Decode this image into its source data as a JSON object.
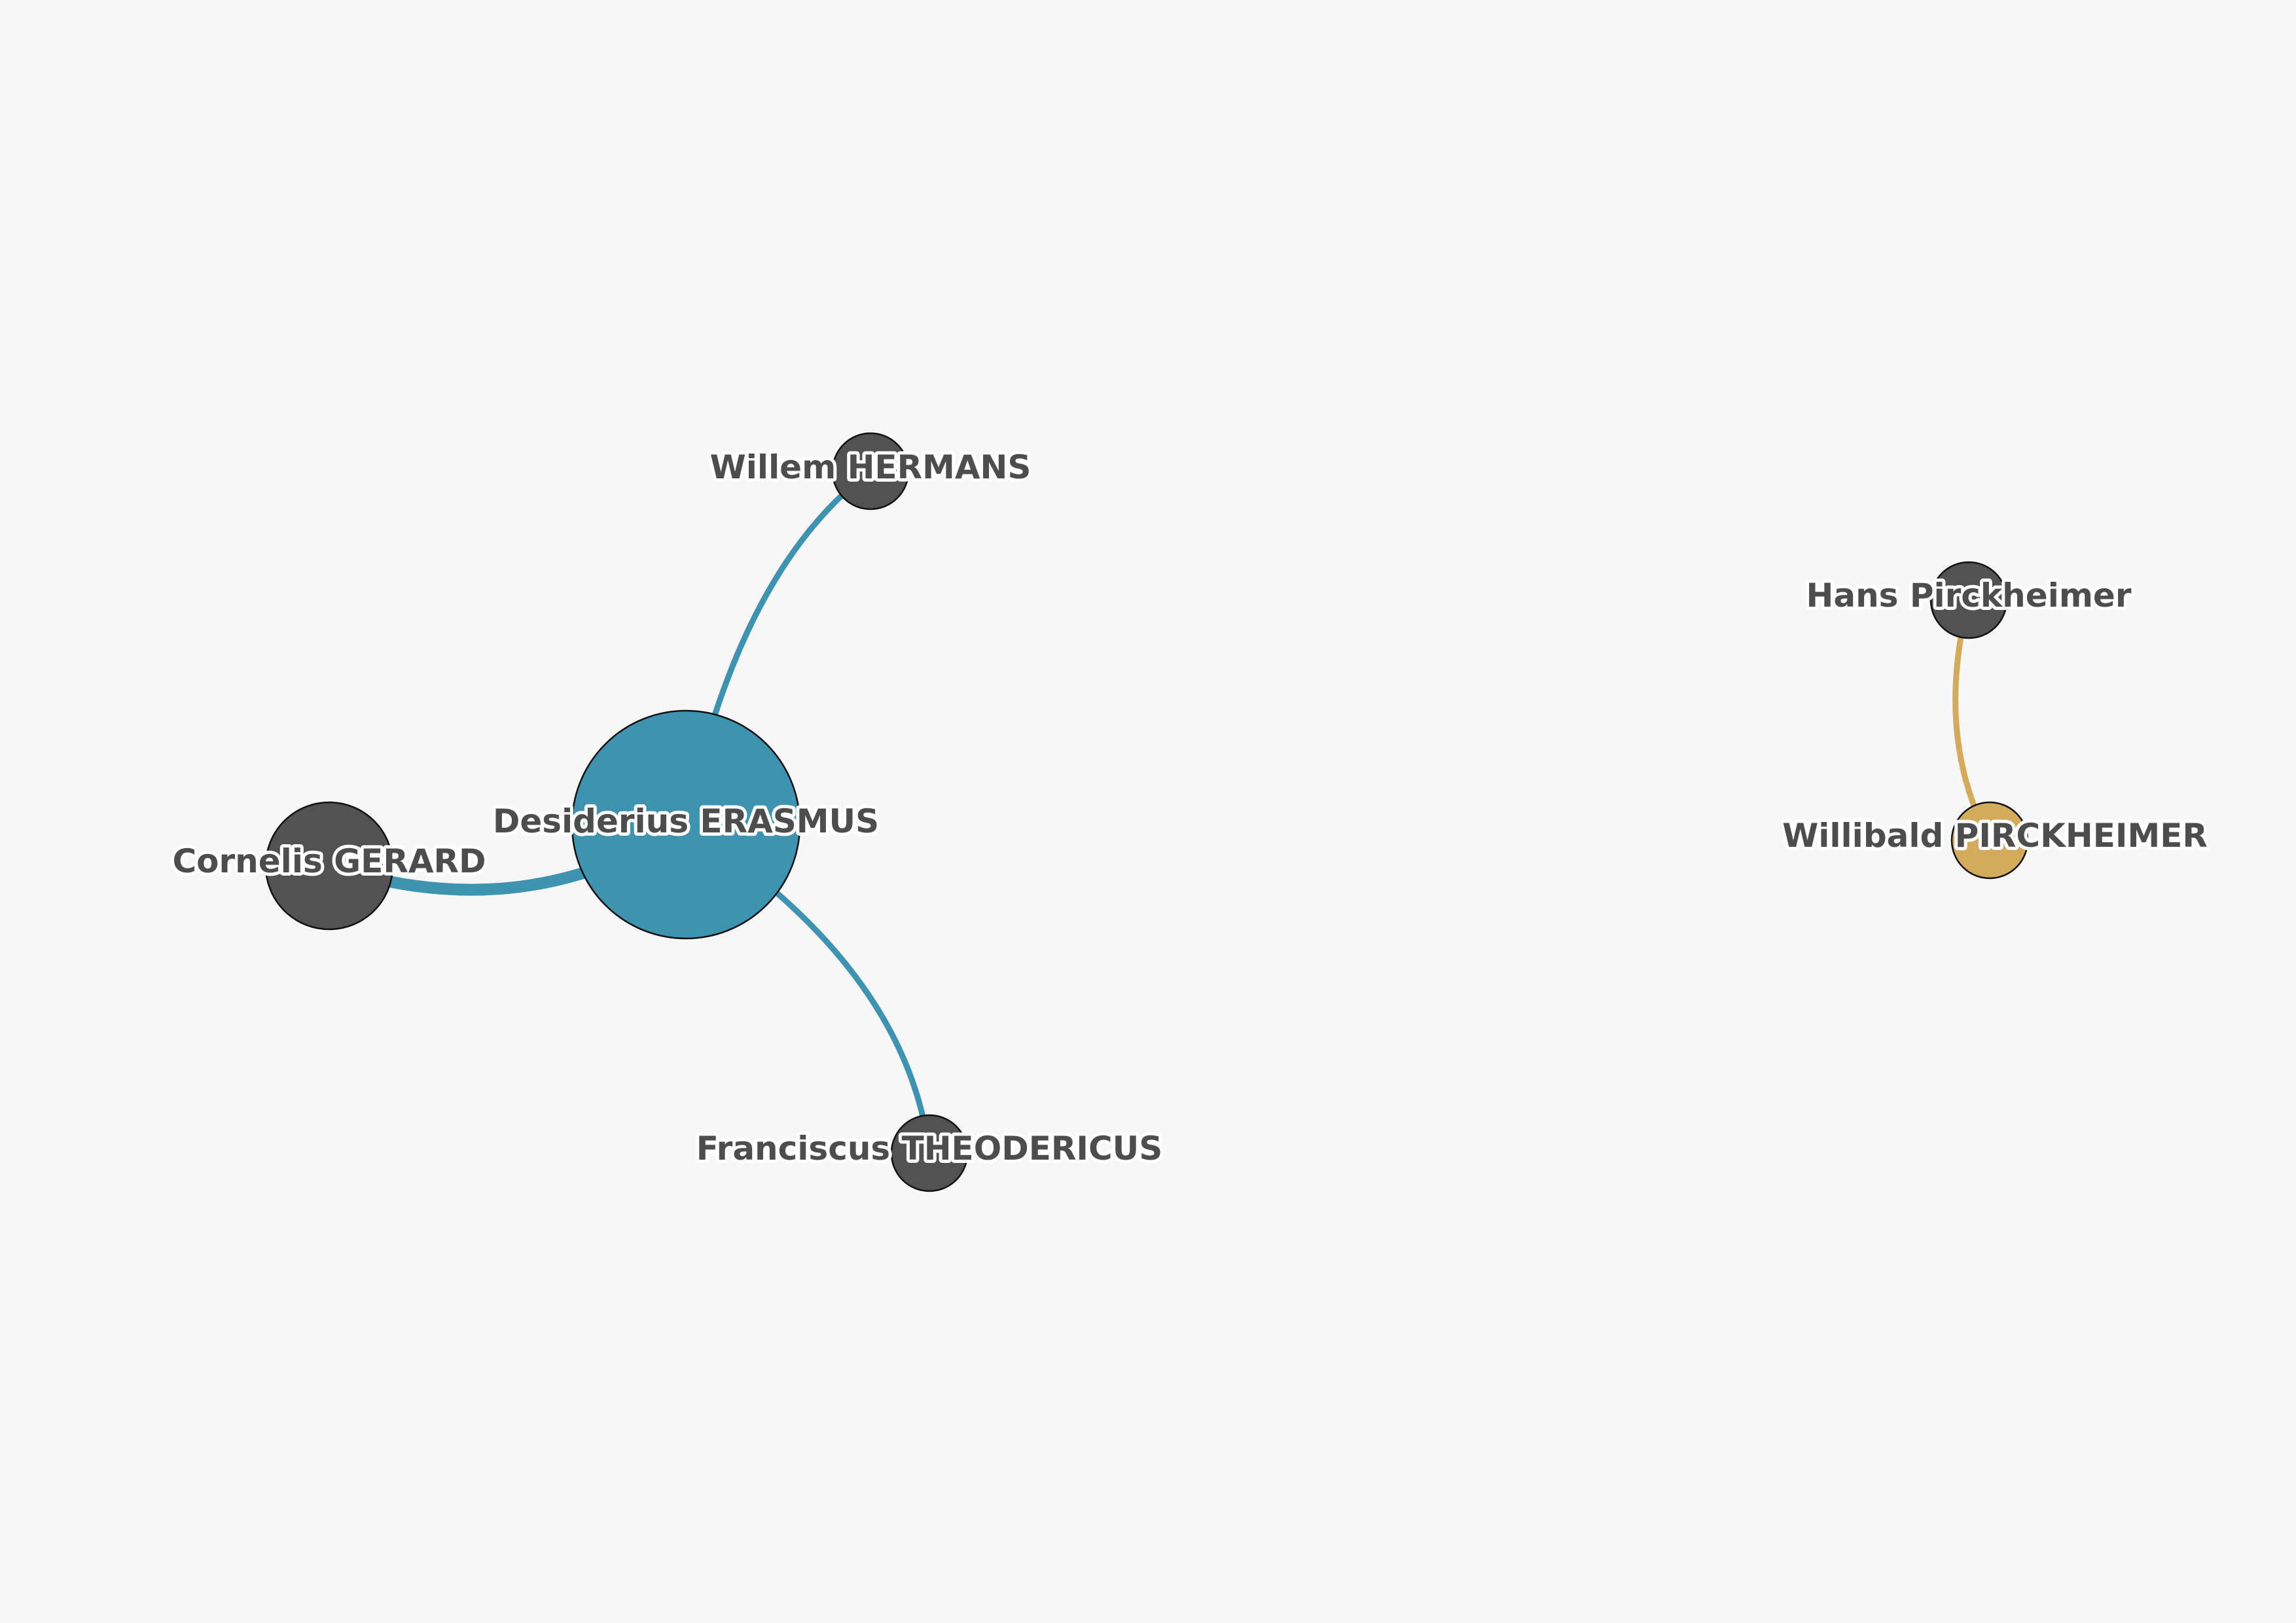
{
  "colors": {
    "background": "#f7f7f7",
    "erasmus_network": "#3e93b0",
    "pirckheimer_network": "#d4aa5c",
    "person_node": "#525252",
    "label_text": "#4d4d4d",
    "label_halo": "#ffffff"
  },
  "nodes": [
    {
      "id": "erasmus",
      "label": "Desiderius ERASMUS",
      "color": "#3e93b0",
      "weight": 3
    },
    {
      "id": "gerard",
      "label": "Cornelis GERARD",
      "color": "#525252",
      "weight": 1
    },
    {
      "id": "hermans",
      "label": "Willem HERMANS",
      "color": "#525252",
      "weight": 1
    },
    {
      "id": "theodericus",
      "label": "Franciscus THEODERICUS",
      "color": "#525252",
      "weight": 1
    },
    {
      "id": "hans",
      "label": "Hans Pirckheimer",
      "color": "#525252",
      "weight": 1
    },
    {
      "id": "willibald",
      "label": "Willibald PIRCKHEIMER",
      "color": "#d4aa5c",
      "weight": 1
    }
  ],
  "edges": [
    {
      "source": "erasmus",
      "target": "gerard",
      "color": "#3e93b0",
      "weight": 2
    },
    {
      "source": "erasmus",
      "target": "hermans",
      "color": "#3e93b0",
      "weight": 1
    },
    {
      "source": "erasmus",
      "target": "theodericus",
      "color": "#3e93b0",
      "weight": 1
    },
    {
      "source": "willibald",
      "target": "hans",
      "color": "#d4aa5c",
      "weight": 1
    }
  ]
}
